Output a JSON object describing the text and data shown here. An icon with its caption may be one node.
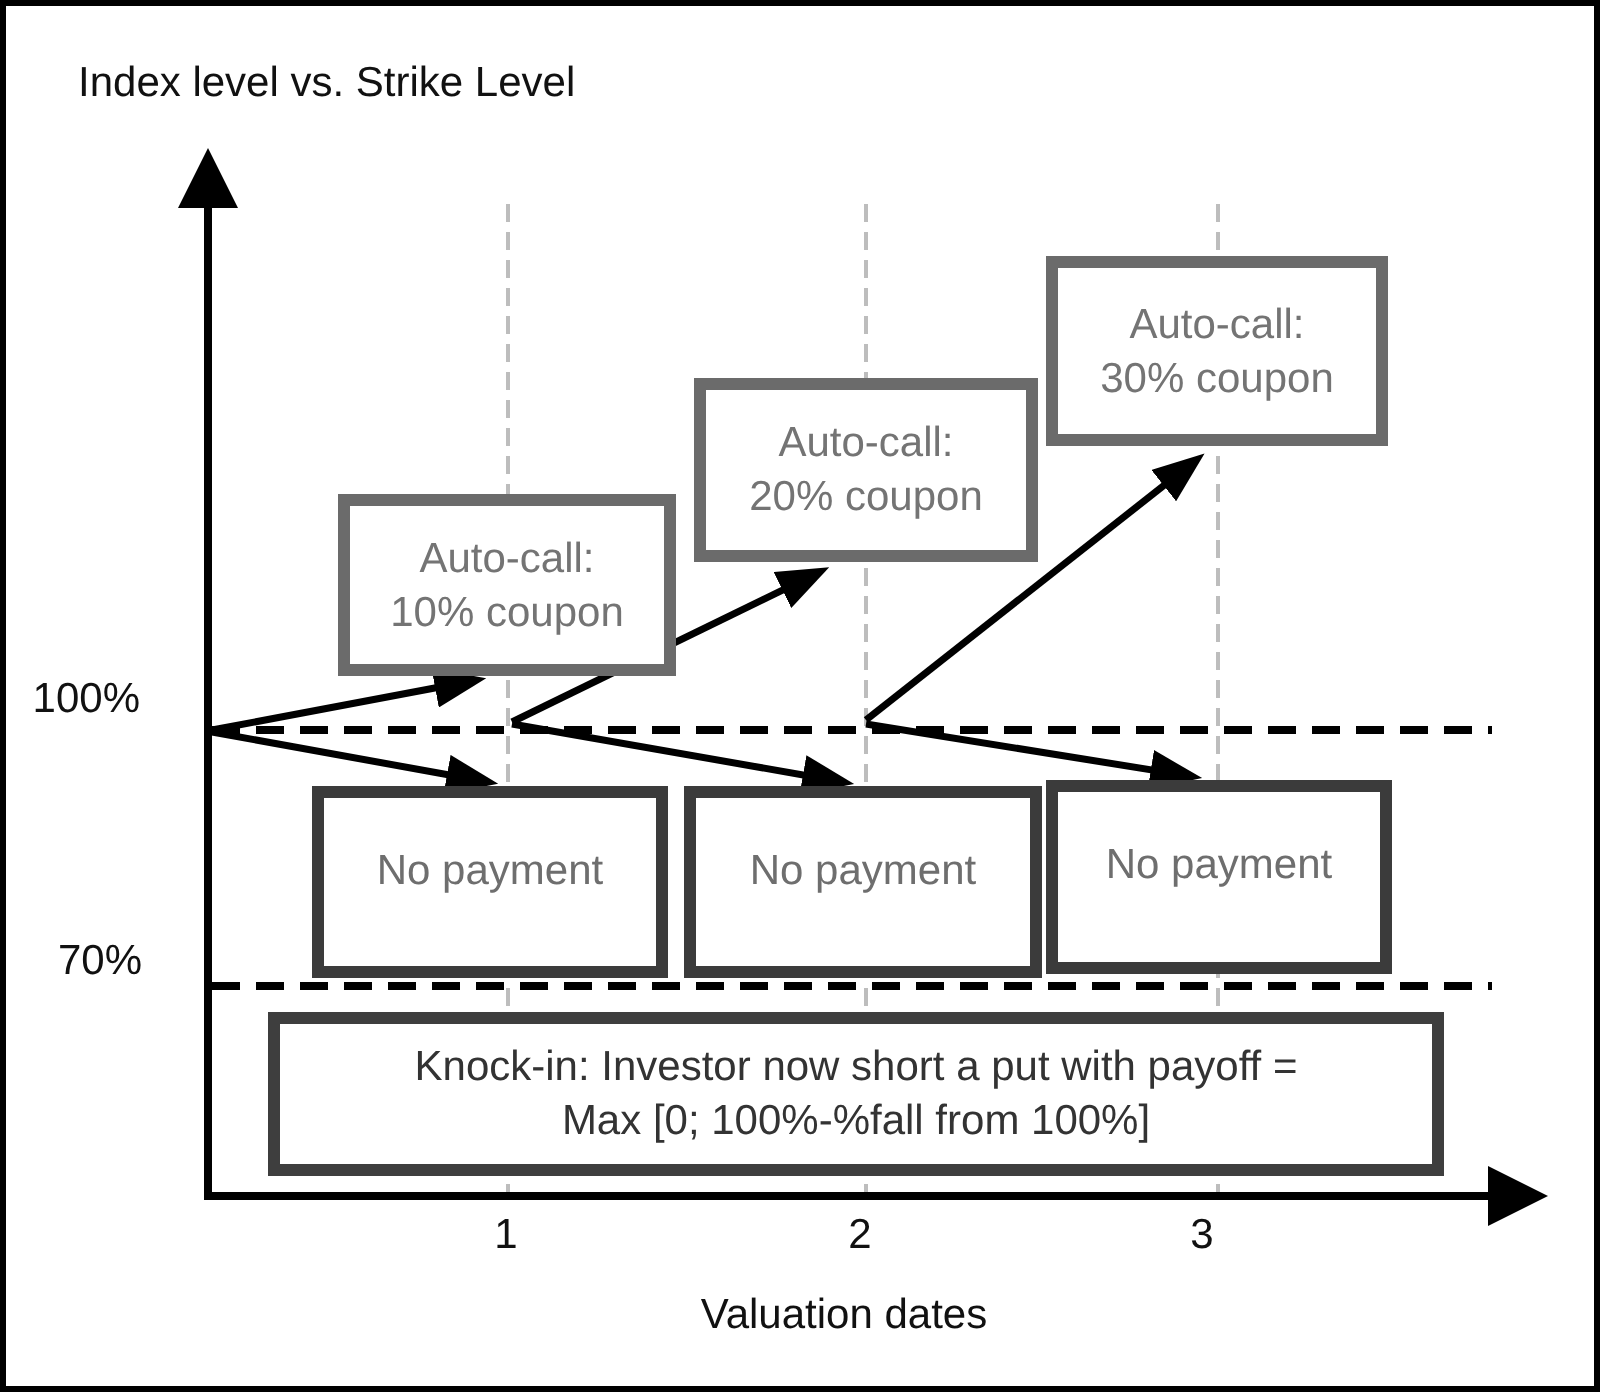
{
  "diagram": {
    "nodes": [
      {
        "text": [
          "Auto-call: 10% coupon"
        ]
      },
      {
        "text": [
          "Auto-call: 20% coupon"
        ]
      },
      {
        "text": [
          "Auto-call: 30% coupon"
        ]
      },
      {
        "text": [
          "No payment"
        ]
      },
      {
        "text": [
          "No payment"
        ]
      },
      {
        "text": [
          "No payment"
        ]
      },
      {
        "text": [
          "Knock-in: Investor now short a put with payoff = Max [0; 100%-%fall from 100%]"
        ]
      }
    ],
    "edges": [
      {
        "from": null,
        "to": 0,
        "arrow": "to"
      },
      {
        "from": null,
        "to": 3,
        "arrow": "to"
      },
      {
        "from": null,
        "to": 1,
        "arrow": "to"
      },
      {
        "from": null,
        "to": 4,
        "arrow": "to"
      },
      {
        "from": null,
        "to": 2,
        "arrow": "to"
      },
      {
        "from": null,
        "to": 5,
        "arrow": "to"
      }
    ],
    "labels": [
      "Index level vs. Strike Level",
      "100%",
      "70%",
      "1",
      "2",
      "3",
      "Valuation dates"
    ]
  }
}
